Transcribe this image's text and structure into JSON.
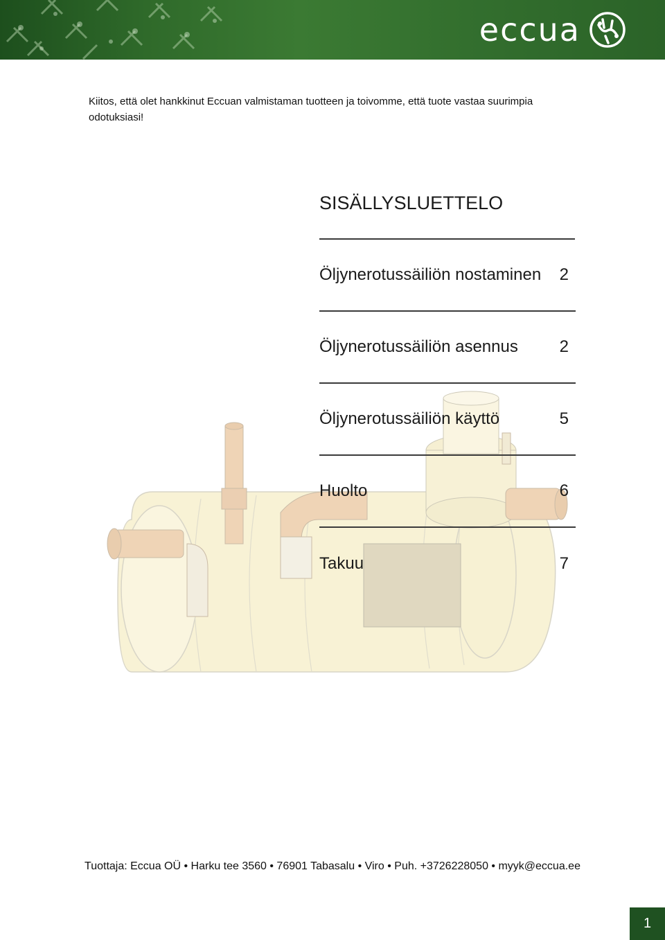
{
  "brand": {
    "name": "eccua",
    "color": "#2f6a2a"
  },
  "intro_text": "Kiitos, että olet hankkinut Eccuan valmistaman tuotteen ja toivomme, että tuote vastaa suurimpia odotuksiasi!",
  "toc": {
    "title": "SISÄLLYSLUETTELO",
    "items": [
      {
        "label": "Öljynerotussäiliön nostaminen",
        "page": "2"
      },
      {
        "label": "Öljynerotussäiliön asennus",
        "page": "2"
      },
      {
        "label": "Öljynerotussäiliön käyttö",
        "page": "5"
      },
      {
        "label": "Huolto",
        "page": "6"
      },
      {
        "label": "Takuu",
        "page": "7"
      }
    ]
  },
  "footer_text": "Tuottaja: Eccua OÜ • Harku tee 3560 • 76901 Tabasalu • Viro • Puh. +3726228050 • myyk@eccua.ee",
  "page_number": "1"
}
